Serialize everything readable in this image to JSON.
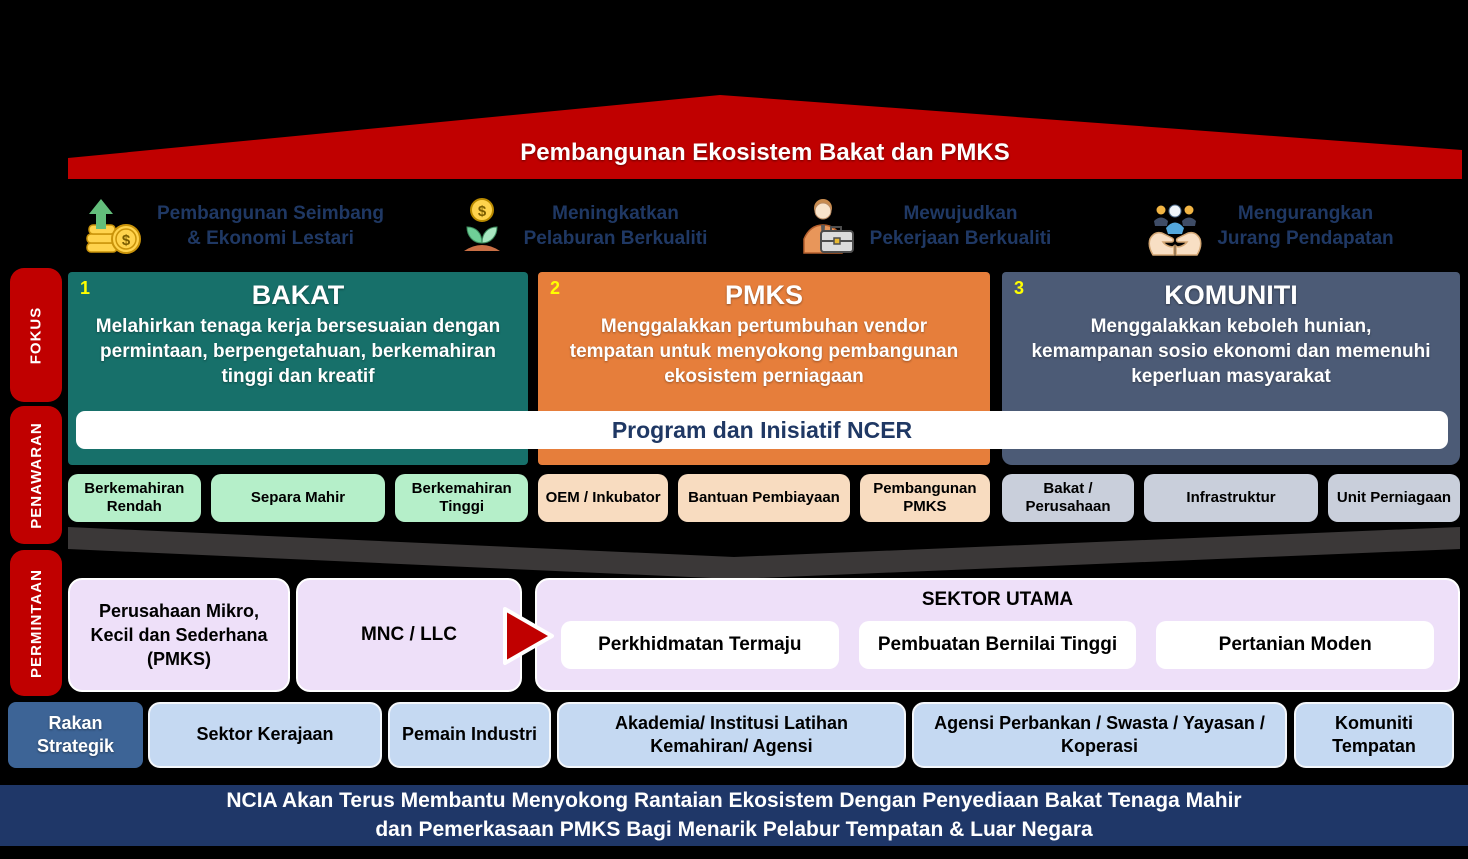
{
  "roof": {
    "title": "Pembangunan Ekosistem Bakat dan PMKS"
  },
  "goals": [
    {
      "icon": "economy-growth-icon",
      "line1": "Pembangunan Seimbang",
      "line2": "& Ekonomi Lestari"
    },
    {
      "icon": "quality-investment-icon",
      "line1": "Meningkatkan",
      "line2": "Pelaburan Berkualiti"
    },
    {
      "icon": "quality-jobs-icon",
      "line1": "Mewujudkan",
      "line2": "Pekerjaan Berkualiti"
    },
    {
      "icon": "income-gap-icon",
      "line1": "Mengurangkan",
      "line2": "Jurang Pendapatan"
    }
  ],
  "side_labels": {
    "fokus": "FOKUS",
    "penawaran": "PENAWARAN",
    "permintaan": "PERMINTAAN"
  },
  "focus_columns": [
    {
      "num": "1",
      "title": "BAKAT",
      "desc": "Melahirkan tenaga kerja bersesuaian dengan permintaan, berpengetahuan, berkemahiran tinggi dan kreatif",
      "chips": [
        "Berkemahiran Rendah",
        "Separa Mahir",
        "Berkemahiran Tinggi"
      ]
    },
    {
      "num": "2",
      "title": "PMKS",
      "desc": "Menggalakkan pertumbuhan vendor tempatan untuk menyokong pembangunan ekosistem perniagaan",
      "chips": [
        "OEM / Inkubator",
        "Bantuan Pembiayaan",
        "Pembangunan PMKS"
      ]
    },
    {
      "num": "3",
      "title": "KOMUNITI",
      "desc": "Menggalakkan keboleh hunian, kemampanan sosio ekonomi dan memenuhi keperluan masyarakat",
      "chips": [
        "Bakat / Perusahaan",
        "Infrastruktur",
        "Unit Perniagaan"
      ]
    }
  ],
  "program_bar": {
    "label": "Program dan Inisiatif NCER"
  },
  "demand": {
    "box1": "Perusahaan Mikro, Kecil dan Sederhana (PMKS)",
    "box2": "MNC / LLC",
    "sector_title": "SEKTOR UTAMA",
    "sectors": [
      "Perkhidmatan Termaju",
      "Pembuatan Bernilai Tinggi",
      "Pertanian Moden"
    ]
  },
  "partners": {
    "label": "Rakan Strategik",
    "items": [
      "Sektor Kerajaan",
      "Pemain Industri",
      "Akademia/ Institusi Latihan Kemahiran/ Agensi",
      "Agensi Perbankan / Swasta / Yayasan / Koperasi",
      "Komuniti Tempatan"
    ]
  },
  "footer": {
    "line1": "NCIA Akan Terus Membantu Menyokong Rantaian Ekosistem Dengan Penyediaan Bakat Tenaga Mahir",
    "line2": "dan Pemerkasaan PMKS Bagi Menarik Pelabur Tempatan & Luar Negara"
  },
  "colors": {
    "roof_red": "#C00000",
    "teal": "#17706A",
    "orange": "#E67E3B",
    "slate": "#4C5B76",
    "navy_text": "#1F3864",
    "footer_navy": "#1F3768",
    "chip_green": "#B5EFC9",
    "chip_peach": "#F8DCC0",
    "chip_gray": "#C9CFDB",
    "lavender": "#EEE0F9",
    "partner_blue": "#C5D9F2",
    "partner_dark": "#3D6496",
    "number_yellow": "#FFFF00"
  }
}
